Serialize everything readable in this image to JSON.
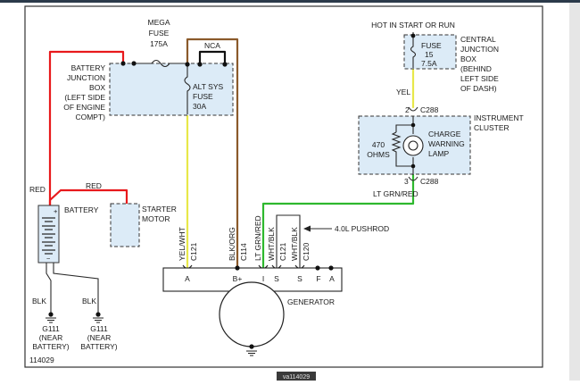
{
  "labels": {
    "mega_fuse": "MEGA",
    "mega_fuse_2": "FUSE",
    "mega_fuse_rating": "175A",
    "nca": "NCA",
    "battery_jb_1": "BATTERY",
    "battery_jb_2": "JUNCTION",
    "battery_jb_3": "BOX",
    "battery_jb_4": "(LEFT SIDE",
    "battery_jb_5": "OF ENGINE",
    "battery_jb_6": "COMPT)",
    "alt_sys_1": "ALT SYS",
    "alt_sys_2": "FUSE",
    "alt_sys_3": "30A",
    "red_1": "RED",
    "red_2": "RED",
    "battery": "BATTERY",
    "starter_1": "STARTER",
    "starter_2": "MOTOR",
    "hot": "HOT IN START OR RUN",
    "fuse15_1": "FUSE",
    "fuse15_2": "15",
    "fuse15_3": "7.5A",
    "cjb_1": "CENTRAL",
    "cjb_2": "JUNCTION",
    "cjb_3": "BOX",
    "cjb_4": "(BEHIND",
    "cjb_5": "LEFT SIDE",
    "cjb_6": "OF DASH)",
    "yel": "YEL",
    "pin2": "2",
    "c288_top": "C288",
    "ic_1": "INSTRUMENT",
    "ic_2": "CLUSTER",
    "ohms_1": "470",
    "ohms_2": "OHMS",
    "lamp_1": "CHARGE",
    "lamp_2": "WARNING",
    "lamp_3": "LAMP",
    "pin3": "3",
    "c288_bot": "C288",
    "lt_grn_red_h": "LT GRN/RED",
    "pushrod": "4.0L PUSHROD",
    "yel_wht": "YEL/WHT",
    "c121_a": "C121",
    "blk_org": "BLK/ORG",
    "c114": "C114",
    "lt_grn_red_v": "LT GRN/RED",
    "wht_blk_1": "WHT/BLK",
    "c121_b": "C121",
    "wht_blk_2": "WHT/BLK",
    "c120": "C120",
    "term_a1": "A",
    "term_b": "B+",
    "term_i": "I",
    "term_s1": "S",
    "term_s2": "S",
    "term_f": "F",
    "term_a2": "A",
    "generator": "GENERATOR",
    "blk_1": "BLK",
    "blk_2": "BLK",
    "g111_a1": "G111",
    "g111_a2": "(NEAR",
    "g111_a3": "BATTERY)",
    "g111_b1": "G111",
    "g111_b2": "(NEAR",
    "g111_b3": "BATTERY)",
    "plus": "+",
    "minus": "−",
    "diagram_id": "114029",
    "footer_tag": "va114029"
  },
  "colors": {
    "red_wire": "#e8191c",
    "brown_wire": "#8b5a2b",
    "yellow_wire": "#e8e84a",
    "green_wire": "#2eb82e",
    "black_wire": "#111111",
    "gray_wire": "#555555",
    "box_fill": "#dcebf7"
  }
}
